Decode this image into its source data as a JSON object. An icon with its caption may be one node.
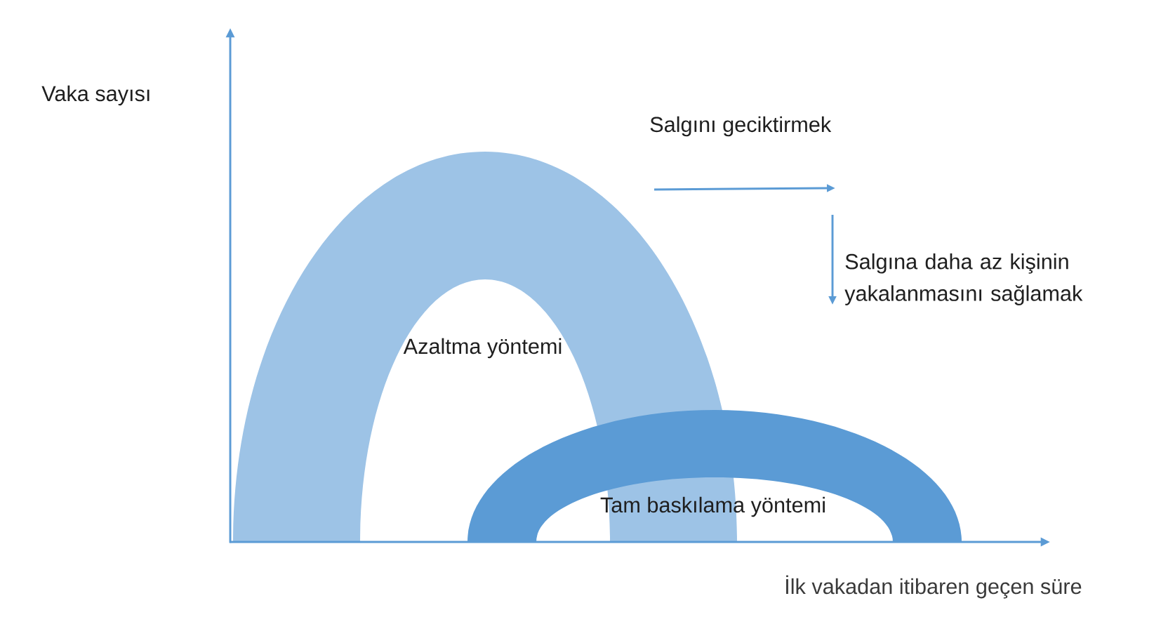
{
  "diagram": {
    "labels": [
      "Vaka sayısı",
      "Salgını geciktirmek",
      "Salgına daha az kişinin yakalanmasını sağlamak",
      "Azaltma yöntemi",
      "Tam baskılama yöntemi",
      "İlk vakadan itibaren geçen süre"
    ]
  }
}
